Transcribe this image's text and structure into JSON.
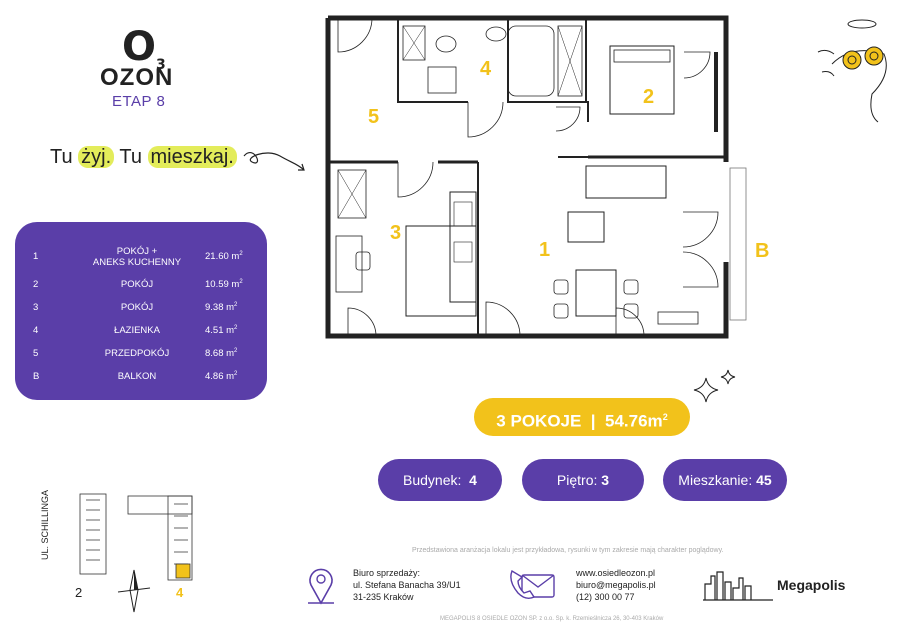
{
  "brand": {
    "logo_o": "O",
    "logo_sub": "3",
    "name": "OZON",
    "stage": "ETAP 8"
  },
  "tagline": {
    "part1": "Tu ",
    "hl1": "żyj.",
    "part2": " Tu ",
    "hl2": "mieszkaj."
  },
  "rooms": [
    {
      "no": "1",
      "name_line1": "POKÓJ +",
      "name_line2": "ANEKS KUCHENNY",
      "area": "21.60 m",
      "unit_sup": "2"
    },
    {
      "no": "2",
      "name_line1": "POKÓJ",
      "name_line2": "",
      "area": "10.59 m",
      "unit_sup": "2"
    },
    {
      "no": "3",
      "name_line1": "POKÓJ",
      "name_line2": "",
      "area": "9.38 m",
      "unit_sup": "2"
    },
    {
      "no": "4",
      "name_line1": "ŁAZIENKA",
      "name_line2": "",
      "area": "4.51 m",
      "unit_sup": "2"
    },
    {
      "no": "5",
      "name_line1": "PRZEDPOKÓJ",
      "name_line2": "",
      "area": "8.68 m",
      "unit_sup": "2"
    },
    {
      "no": "B",
      "name_line1": "BALKON",
      "name_line2": "",
      "area": "4.86 m",
      "unit_sup": "2"
    }
  ],
  "plan_labels": {
    "r1": "1",
    "r2": "2",
    "r3": "3",
    "r4": "4",
    "r5": "5",
    "b": "B"
  },
  "summary": {
    "rooms": "3 POKOJE",
    "sep": "|",
    "area": "54.76m",
    "unit_sup": "2"
  },
  "info": {
    "building_label": "Budynek:",
    "building_value": "4",
    "floor_label": "Piętro:",
    "floor_value": "3",
    "apt_label": "Mieszkanie:",
    "apt_value": "45"
  },
  "site": {
    "street": "UL. SCHILLINGA",
    "building_a": "2",
    "building_b": "4"
  },
  "disclaimer": "Przedstawiona aranżacja lokalu jest przykładowa, rysunki w tym zakresie mają charakter poglądowy.",
  "contact": {
    "office_title": "Biuro sprzedaży:",
    "office_line1": "ul. Stefana Banacha 39/U1",
    "office_line2": "31-235 Kraków",
    "web": "www.osiedleozon.pl",
    "email": "biuro@megapolis.pl",
    "phone": "(12) 300 00 77"
  },
  "developer": "Megapolis",
  "footnote": "MEGAPOLIS 8 OSIEDLE OZON SP. z o.o. Sp. k. Rzemieślnicza 26, 30-403 Kraków",
  "colors": {
    "purple": "#5a3ea8",
    "yellow": "#f2c21b",
    "lime": "#e3ec5a"
  }
}
